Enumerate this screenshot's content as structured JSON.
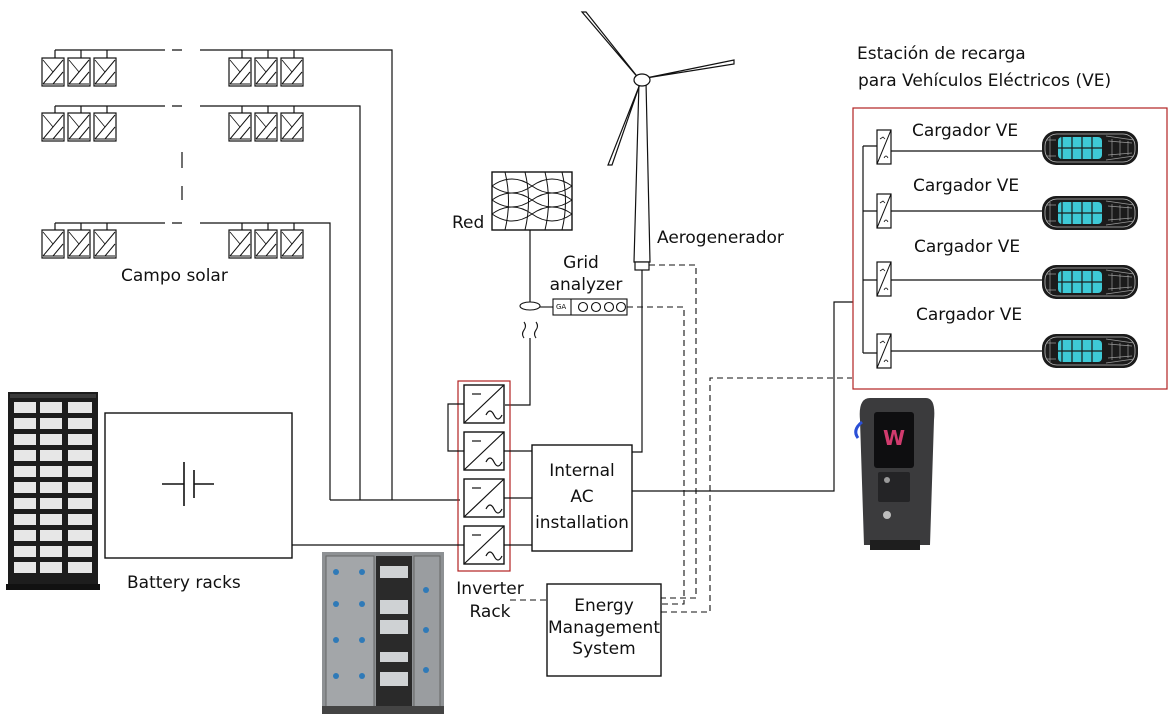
{
  "labels": {
    "campo_solar": "Campo solar",
    "red": "Red",
    "aerogenerador": "Aerogenerador",
    "grid_analyzer_l1": "Grid",
    "grid_analyzer_l2": "analyzer",
    "estacion_l1": "Estación de recarga",
    "estacion_l2": "para Vehículos Eléctricos (VE)",
    "cargador_1": "Cargador VE",
    "cargador_2": "Cargador VE",
    "cargador_3": "Cargador VE",
    "cargador_4": "Cargador VE",
    "internal_ac_l1": "Internal",
    "internal_ac_l2": "AC",
    "internal_ac_l3": "installation",
    "battery_racks": "Battery racks",
    "inverter_l1": "Inverter",
    "inverter_l2": "Rack",
    "ems_l1": "Energy",
    "ems_l2": "Management",
    "ems_l3": "System",
    "meter_tag": "GA"
  },
  "colors": {
    "line": "#111111",
    "highlight_box": "#b22222",
    "ev_cabin": "#3ec9d6",
    "charger_logo_w": "#d13b6e",
    "charger_logo_v": "#6a3fd0"
  },
  "icons": [
    "solar-panel-icon",
    "grid-mesh-icon",
    "wind-turbine-icon",
    "battery-symbol-icon",
    "inverter-icon",
    "ev-car-icon",
    "charger-station-icon",
    "battery-rack-icon",
    "energy-cabinet-icon",
    "transformer-icon",
    "meter-icon"
  ]
}
